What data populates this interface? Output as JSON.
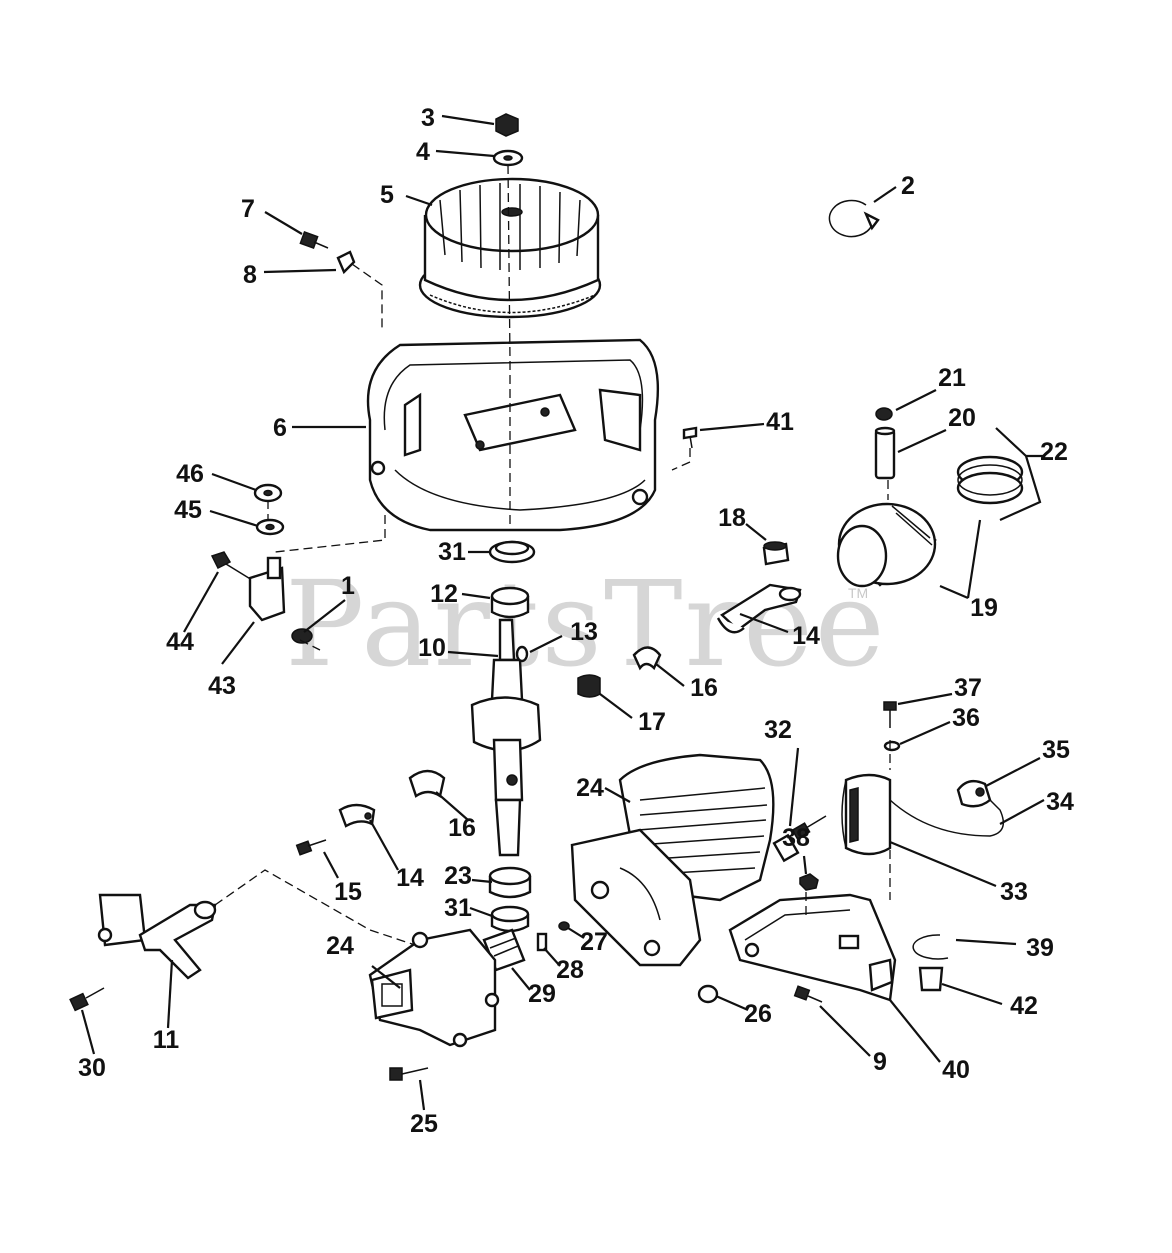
{
  "watermark": {
    "text": "PartsTree",
    "tm": "TM"
  },
  "callouts": [
    "1",
    "2",
    "3",
    "4",
    "5",
    "6",
    "7",
    "8",
    "9",
    "10",
    "11",
    "12",
    "13",
    "14",
    "15",
    "16",
    "17",
    "18",
    "19",
    "20",
    "21",
    "22",
    "23",
    "24",
    "25",
    "26",
    "27",
    "28",
    "29",
    "30",
    "31",
    "32",
    "33",
    "34",
    "35",
    "36",
    "37",
    "38",
    "39",
    "40",
    "41",
    "42",
    "43",
    "44",
    "45",
    "46"
  ],
  "parts": {
    "flywheel": "flywheel-icon",
    "crankcase_housing": "housing-icon",
    "crankshaft": "crankshaft-icon",
    "cylinder": "cylinder-icon",
    "piston": "piston-icon",
    "piston_rings": "piston-rings-icon",
    "connecting_rod": "connecting-rod-icon",
    "ignition_module": "ignition-module-icon",
    "spark_plug": "spark-plug-icon",
    "carburetor": "carburetor-icon",
    "throttle_lever": "throttle-lever-icon",
    "bracket": "bracket-icon"
  }
}
